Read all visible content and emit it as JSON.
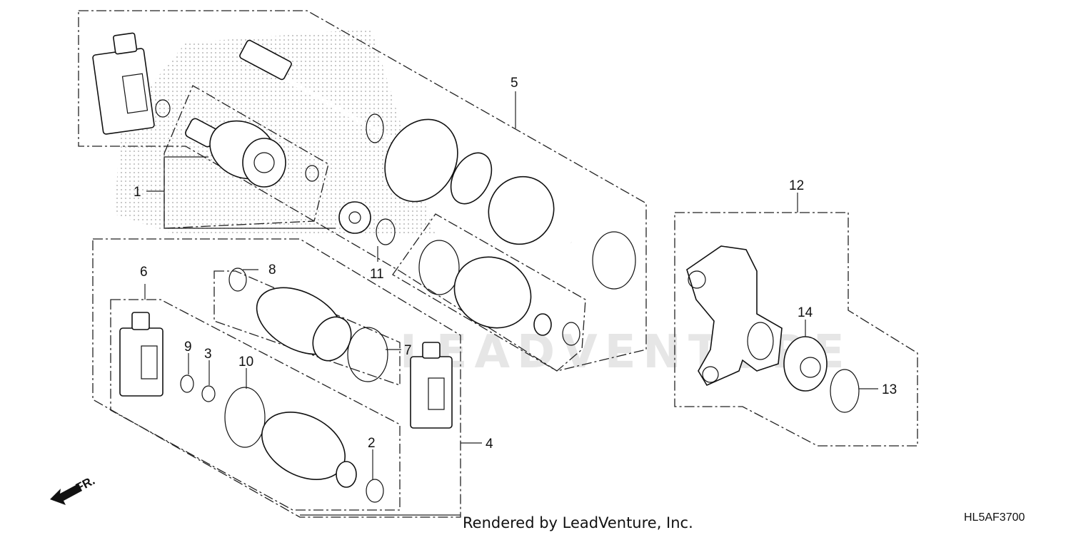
{
  "diagram": {
    "callouts": [
      "1",
      "2",
      "3",
      "4",
      "5",
      "6",
      "7",
      "8",
      "9",
      "10",
      "11",
      "12",
      "13",
      "14"
    ],
    "credit": "Rendered by LeadVenture, Inc.",
    "diagram_code": "HL5AF3700",
    "direction_label": "FR.",
    "watermark": "LEADVENTURE"
  },
  "icons": [
    "oil-bottle-icon",
    "circlip-icon",
    "boot-band-icon",
    "cv-boot-icon",
    "outer-cv-joint-icon",
    "inner-cv-joint-icon",
    "driveshaft-icon",
    "knuckle-icon",
    "bearing-icon",
    "front-arrow-icon"
  ]
}
